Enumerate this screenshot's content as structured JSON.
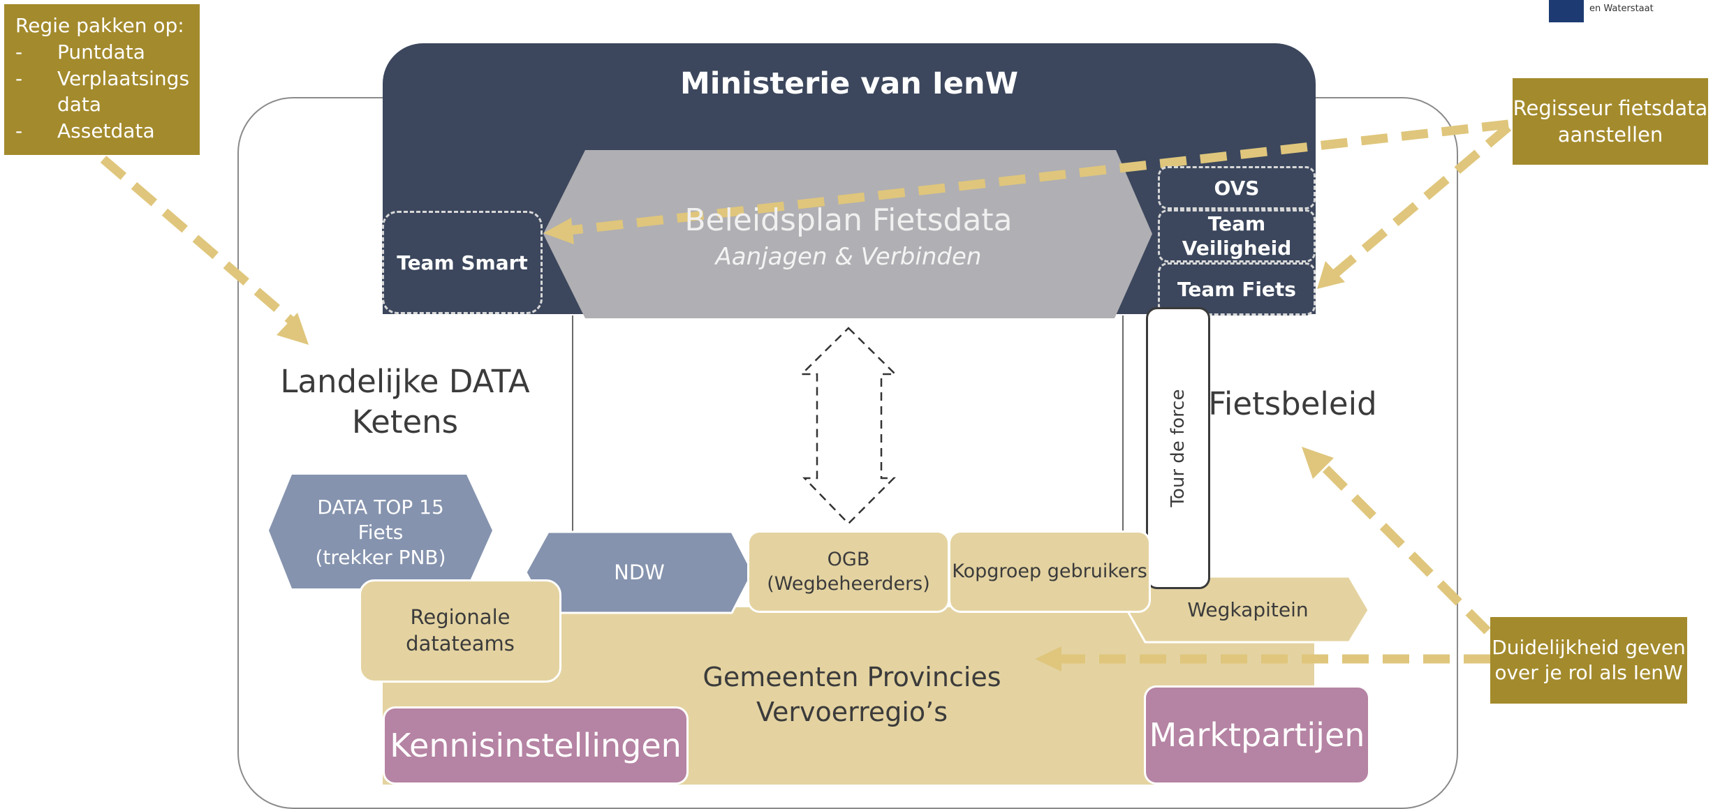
{
  "ministry": {
    "title": "Ministerie van IenW"
  },
  "policy_plan": {
    "title": "Beleidsplan Fietsdata",
    "subtitle": "Aanjagen & Verbinden"
  },
  "teams": {
    "smart": "Team Smart",
    "ovs": "OVS",
    "veiligheid": "Team Veiligheid",
    "fiets": "Team Fiets"
  },
  "callouts": {
    "regie": {
      "heading": "Regie pakken op:",
      "items": [
        "Puntdata",
        "Verplaatsings data",
        "Assetdata"
      ],
      "bullet": "-"
    },
    "regisseur": "Regisseur fietsdata aanstellen",
    "duidelijkheid": "Duidelijkheid geven over je rol als IenW"
  },
  "labels": {
    "landelijk": "Landelijke DATA Ketens",
    "fietsbeleid": "Fietsbeleid",
    "tour_de_force": "Tour de force"
  },
  "blocks": {
    "data_top15": "DATA TOP 15 Fiets (trekker PNB)",
    "ndw": "NDW",
    "ogb": "OGB (Wegbeheerders)",
    "kopgroep": "Kopgroep gebruikers",
    "wegkapitein": "Wegkapitein",
    "regionale": "Regionale datateams",
    "gemeenten": "Gemeenten Provincies Vervoerregio’s",
    "kennis": "Kennisinstellingen",
    "markt": "Marktpartijen"
  },
  "logo": {
    "text": "en Waterstaat"
  },
  "colors": {
    "ministry": "#3c475d",
    "policy": "#b0afb3",
    "sand": "#e4d3a1",
    "blue_grey": "#8593ae",
    "mauve": "#b583a3",
    "gold": "#a38a2c",
    "arrow": "#dfc67c"
  }
}
